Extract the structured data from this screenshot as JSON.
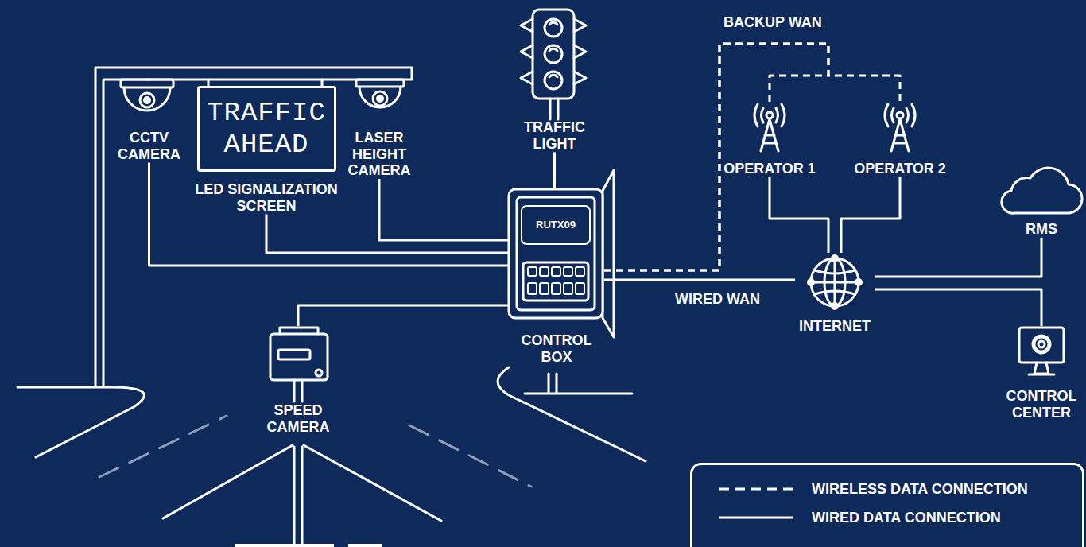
{
  "diagram": {
    "nodes": [
      {
        "text": [
          "CCTV CAMERA"
        ]
      },
      {
        "text": [
          "TRAFFIC AHEAD",
          "LED SIGNALIZATION SCREEN"
        ]
      },
      {
        "text": [
          "LASER HEIGHT CAMERA"
        ]
      },
      {
        "text": [
          "TRAFFIC LIGHT"
        ]
      },
      {
        "text": [
          "CONTROL BOX"
        ]
      },
      {
        "text": [
          "RUTX09"
        ],
        "in": 4
      },
      {
        "text": [
          "OPERATOR 1"
        ]
      },
      {
        "text": [
          "OPERATOR 2"
        ]
      },
      {
        "text": [
          "INTERNET"
        ]
      },
      {
        "text": [
          "RMS"
        ]
      },
      {
        "text": [
          "CONTROL CENTER"
        ]
      },
      {
        "text": [
          "SPEED CAMERA"
        ]
      }
    ],
    "edges": [
      {
        "from": 0,
        "to": 4,
        "arrow": "none"
      },
      {
        "from": 1,
        "to": 4,
        "arrow": "none"
      },
      {
        "from": 2,
        "to": 4,
        "arrow": "none"
      },
      {
        "from": 3,
        "to": 4,
        "arrow": "none"
      },
      {
        "from": 11,
        "to": 4,
        "arrow": "none"
      },
      {
        "from": 4,
        "to": 8,
        "label": "WIRED WAN",
        "arrow": "none"
      },
      {
        "from": 4,
        "to": 6,
        "label": "BACKUP WAN",
        "arrow": "none"
      },
      {
        "from": 4,
        "to": 7,
        "arrow": "none"
      },
      {
        "from": 6,
        "to": 8,
        "arrow": "none"
      },
      {
        "from": 7,
        "to": 8,
        "arrow": "none"
      },
      {
        "from": 8,
        "to": 9,
        "arrow": "none"
      },
      {
        "from": 8,
        "to": 10,
        "arrow": "none"
      }
    ],
    "legend": [
      {
        "text": "WIRELESS DATA CONNECTION"
      },
      {
        "text": "WIRED DATA CONNECTION"
      }
    ]
  }
}
